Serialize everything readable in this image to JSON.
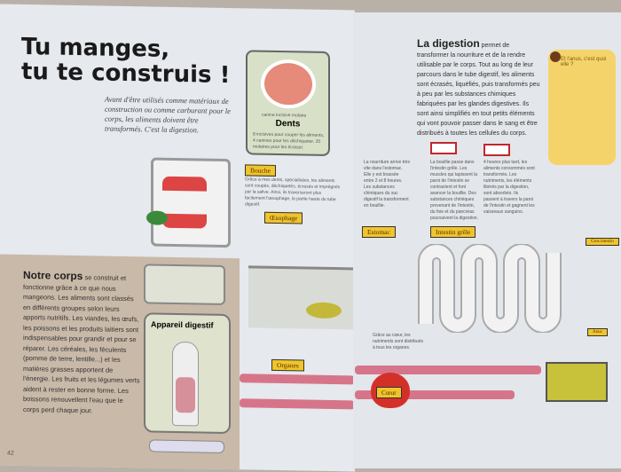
{
  "left_page": {
    "title_line1": "Tu manges,",
    "title_line2": "tu te construis !",
    "intro": "Avant d'être utilisés comme matériaux de construction ou comme carburant pour le corps, les aliments doivent être transformés. C'est la digestion.",
    "body_heading": "Notre corps",
    "body_text": " se construit et fonctionne grâce à ce que nous mangeons. Les aliments sont classés en différents groupes selon leurs apports nutritifs. Les viandes, les œufs, les poissons et les produits laitiers sont indispensables pour grandir et pour se réparer. Les céréales, les féculents (pomme de terre, lentille...) et les matières grasses apportent de l'énergie. Les fruits et les légumes verts aident à rester en bonne forme. Les boissons renouvellent l'eau que le corps perd chaque jour.",
    "teeth_box": {
      "tooth_labels": "canine   incisive   molaire",
      "title": "Dents",
      "text": "8 incisives pour couper les aliments, 4 canines pour les déchiqueter, 20 molaires pour les écraser."
    },
    "bouche_label": "Bouche",
    "bouche_text": "Grâce à mes dents, spécialisées, les aliments sont coupés, déchiquetés, écrasés et imprégnés par la salive. Ainsi, ils traverseront plus facilement l'œsophage, la partie haute du tube digestif.",
    "oesophage_label": "Œsophage",
    "appareil_label": "Appareil digestif",
    "organes_label": "Organes",
    "page_number": "42"
  },
  "right_page": {
    "heading": "La digestion",
    "text": " permet de transformer la nourriture et de la rendre utilisable par le corps. Tout au long de leur parcours dans le tube digestif, les aliments sont écrasés, liquéfiés, puis transformés peu à peu par les substances chimiques fabriquées par les glandes digestives. Ils sont ainsi simplifiés en tout petits éléments qui vont pouvoir passer dans le sang et être distribués à toutes les cellules du corps.",
    "estomac_text": "La nourriture arrive très vite dans l'estomac. Elle y est brassée entre 2 et 8 heures. Les substances chimiques du suc digestif la transforment en bouillie.",
    "estomac_label": "Estomac",
    "intestin_text": "La bouillie passe dans l'intestin grêle. Les muscles qui tapissent la paroi de l'intestin se contractent et font avancer la bouillie. Des substances chimiques provenant de l'intestin, du foie et du pancréas poursuivent la digestion.",
    "intestin_label": "Intestin grêle",
    "nutriments_text": "4 heures plus tard, les aliments consommés sont transformés. Les nutriments, les éléments libérés par la digestion, sont absorbés. Ils passent à travers la paroi de l'intestin et gagnent les vaisseaux sanguins.",
    "coeur_text": "Grâce au cœur, les nutriments sont distribués à tous les organes.",
    "coeur_label": "Cœur",
    "gros_intestin_label": "Gros intestin",
    "anus_label": "Anus",
    "sidebar_title": "Et l'anus, c'est quoi elle ?"
  }
}
